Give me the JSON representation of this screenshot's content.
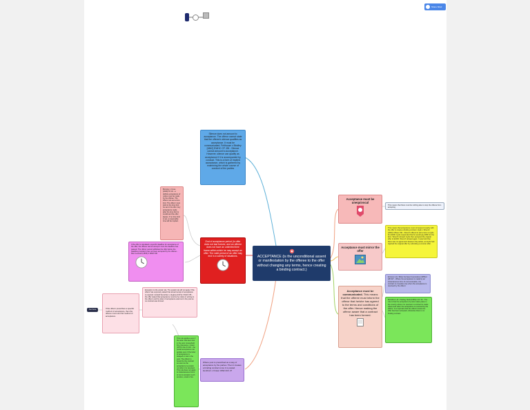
{
  "top_bar": {
    "share_label": "Share Mind"
  },
  "central": {
    "text": "ACCEPTANCE (is the unconditional assent or manifestation by the offeree to the offer without changing any terms, hence creating a binding contract.)"
  },
  "nodes": {
    "silence": "Silence does not amount to acceptance. The offeror cannot state that the offeree's silence qualifies as acceptance. It must be communicated. Felthouse v Bindley [1862] EWHC CP J35 - Silence cannot amount to acceptance. However, silence can qualify as acceptance if it is accompanied by conduct. This is a form of implied acceptance, which is gathered by examining the whole course of conduct of the parties",
    "end_period": "End of acceptance period (in offer does not last forever, and an offeree does not have an unlimited time frame within which he may accept an offer. The valid period of an offer may end in a variety of situations.",
    "pink_detail": "Bromley v Coxe [1929] Ch 42 - a definite acceptance of notice must be made by the offeree. The offeror can set a time limit. The offeror must stick to the time limit he set in his offer. Any acceptance made after the time limit is invalid and the offer lapses. If no time limit is set, a reasonable time will be implied.",
    "magenta": "If the offer is stipulated a specific deadline for acceptance of the offer, the offeree cannot accept it once the deadline has passed. The offeror cannot withdraw the offer before the deadline provided it has not been accepted by the offeree - Ram Leonard (1845) 2 WHR 340",
    "dark_tab": "Text here",
    "post_left": "If the offeror prescribes a specific method of acceptance, then the offeree must use that method of acceptance",
    "post_detail": "Exception to the postal rule. The postal rule will not apply if the offeror has expressly stated that actual receipt of acceptance is required. Holwell Securities v Hughes [1974] 1 WLR 155 - the offer stated that acceptance must be by notice in writing to the offeror and the letter of acceptance was lost in the post so no contract was formed.",
    "green_tall": "This rule applies even if the letter has been lost in the post. Household Fire Insurance v Grant (1879) 4 Ex D 216 - the postal acceptance rule applies even if the letter of acceptance is delayed or lost in the post. The offeror is bound by the contract as soon as the acceptance is posted, not when it is received. This rule does not apply to instantaneous forms of communication such as telex, email or fax.",
    "post_rule": "Where post is prescribed as a way of acceptance by the parties. Then it creates a binding contract once it is posted. Henthorn v Fraser 1892 2Ch 27",
    "unequivocal_title": "Acceptance must be unequivocal",
    "unequivocal_note": "This means that there must be nothing else to stop the offeree from accepting",
    "mirror_title": "Acceptance must mirror the offer",
    "yellow": "This means that acceptance must correspond exactly with the offer to create a binding contract. Hyde v Wrench (1840) 3 Beav 334 - Wrench offered to sell a farm to Hyde for £1000. Hyde responded that he would pay £950 for the farm. Wrench refused. Hyde then accepted the original offer of £1000. Wrench refused again. It was held that there was no agreement between the parties, as Hyde had rejected the original offer by submitting a counter-offer.",
    "communicated_bold": "Acceptance must be communicated.",
    "communicated_text": "This means that the offeree must inform the offeror that he/she has agreed to the terms and conditions of the offer. Hence making the offeror aware that a contract has been formed.",
    "lavender": "Entores Ltd v Miles Far East Corporation [1955] 2 QB 327 - Where the acceptance is made by an instantaneous form of communication, the contract is complete only when the acceptance is received by the offeror.",
    "green_right": "Brinkibon Ltd v Stahag Stahl [1983] 2 AC 34 - The rule is that the acceptance by telex takes place in the country where it is received. A contract is made where and when the acceptance is received by the offeror. It is important that the offeror knows the offer has been accepted, otherwise there is no binding contract."
  },
  "connector_colors": {
    "silence": "#5db0d8",
    "end_period": "#d44",
    "unequivocal": "#f0a080",
    "mirror": "#f0c060",
    "communicated": "#a0d060",
    "post": "#c0a0e0"
  },
  "icons": [
    "ribbon-badge-icon",
    "picture-frame-icon",
    "clock-icon",
    "document-icon",
    "gear-icon"
  ]
}
